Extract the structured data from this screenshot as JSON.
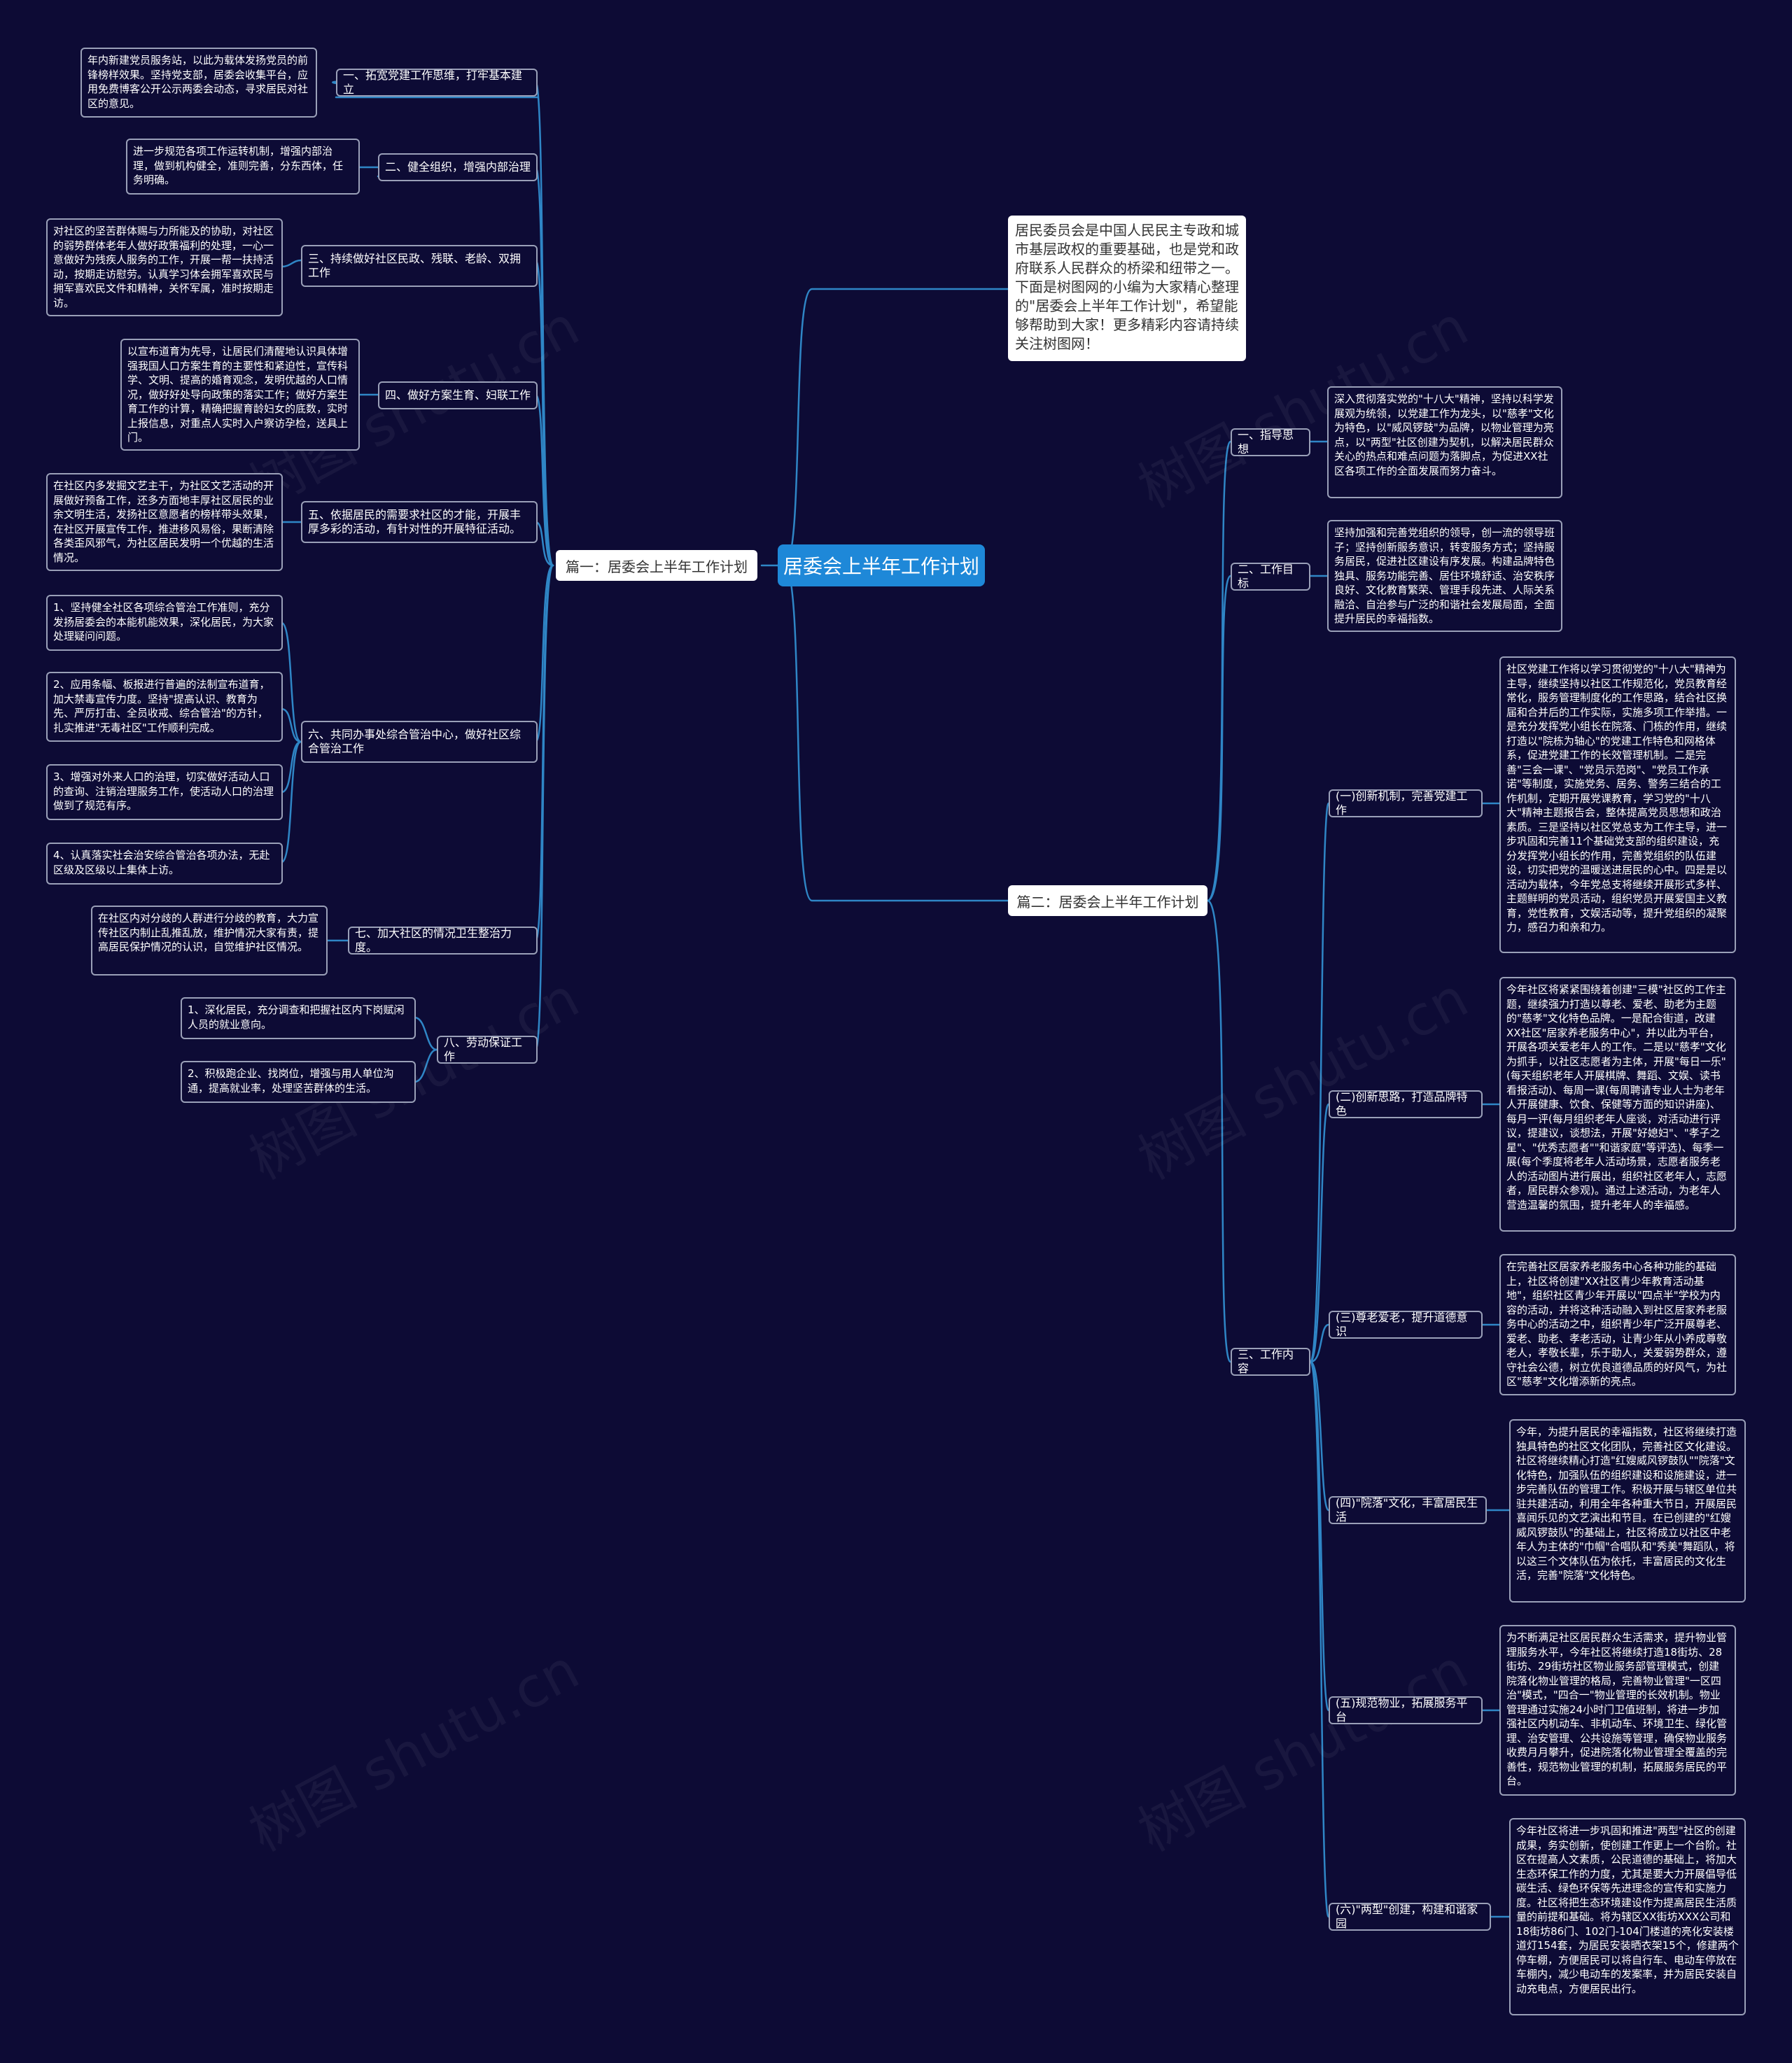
{
  "watermark": "树图 shutu.cn",
  "colors": {
    "background": "#0d0b35",
    "link": "#2f86c6",
    "root_fill": "#1e88d8",
    "node_border": "#9aa0b8"
  },
  "root": "居委会上半年工作计划",
  "intro": "居民委员会是中国人民民主专政和城市基层政权的重要基础，也是党和政府联系人民群众的桥梁和纽带之一。下面是树图网的小编为大家精心整理的\"居委会上半年工作计划\"，希望能够帮助到大家！更多精彩内容请持续关注树图网！",
  "part1": {
    "title": "篇一：居委会上半年工作计划",
    "topics": [
      {
        "label": "一、拓宽党建工作思维，打牢基本建立",
        "details": [
          "年内新建党员服务站，以此为载体发扬党员的前锋榜样效果。坚持党支部，居委会收集平台，应用免费博客公开公示两委会动态，寻求居民对社区的意见。"
        ]
      },
      {
        "label": "二、健全组织，增强内部治理",
        "details": [
          "进一步规范各项工作运转机制，增强内部治理，做到机构健全，准则完善，分东西体，任务明确。"
        ]
      },
      {
        "label": "三、持续做好社区民政、残联、老龄、双拥工作",
        "details": [
          "对社区的坚苦群体赐与力所能及的协助，对社区的弱势群体老年人做好政策福利的处理，一心一意做好为残疾人服务的工作，开展一帮一扶持活动，按期走访慰劳。认真学习体会拥军喜欢民与拥军喜欢民文件和精神，关怀军属，准时按期走访。"
        ]
      },
      {
        "label": "四、做好方案生育、妇联工作",
        "details": [
          "以宣布道育为先导，让居民们清醒地认识具体增强我国人口方案生育的主要性和紧迫性，宣传科学、文明、提高的婚育观念，发明优越的人口情况，做好好处导向政策的落实工作；做好方案生育工作的计算，精确把握育龄妇女的底数，实时上报信息，对重点人实时入户察访孕检，送具上门。"
        ]
      },
      {
        "label": "五、依据居民的需要求社区的才能，开展丰厚多彩的活动，有针对性的开展特征活动。",
        "details": [
          "在社区内多发掘文艺主干，为社区文艺活动的开展做好预备工作，还多方面地丰厚社区居民的业余文明生活，发扬社区意愿者的榜样带头效果，在社区开展宣传工作，推进移风易俗，果断清除各类歪风邪气，为社区居民发明一个优越的生活情况。"
        ]
      },
      {
        "label": "六、共同办事处综合管治中心，做好社区综合管治工作",
        "details": [
          "1、坚持健全社区各项综合管治工作准则，充分发扬居委会的本能机能效果，深化居民，为大家处理疑问问题。",
          "2、应用条幅、板报进行普遍的法制宣布道育，加大禁毒宣传力度。坚持\"提高认识、教育为先、严厉打击、全员收戒、综合管治\"的方针，扎实推进\"无毒社区\"工作顺利完成。",
          "3、增强对外来人口的治理，切实做好活动人口的查询、注销治理服务工作，使活动人口的治理做到了规范有序。",
          "4、认真落实社会治安综合管治各项办法，无赴区级及区级以上集体上访。"
        ]
      },
      {
        "label": "七、加大社区的情况卫生整治力度。",
        "details": [
          "在社区内对分歧的人群进行分歧的教育，大力宣传社区内制止乱推乱放，维护情况大家有责，提高居民保护情况的认识，自觉维护社区情况。"
        ]
      },
      {
        "label": "八、劳动保证工作",
        "details": [
          "1、深化居民，充分调查和把握社区内下岗赋闲人员的就业意向。",
          "2、积极跑企业、找岗位，增强与用人单位沟通，提高就业率，处理坚苦群体的生活。"
        ]
      }
    ]
  },
  "part2": {
    "title": "篇二：居委会上半年工作计划",
    "sections": [
      {
        "label": "一、指导思想",
        "details": [
          "深入贯彻落实党的\"十八大\"精神，坚持以科学发展观为统领，以党建工作为龙头，以\"慈孝\"文化为特色，以\"威风锣鼓\"为品牌，以物业管理为亮点，以\"两型\"社区创建为契机，以解决居民群众关心的热点和难点问题为落脚点，为促进XX社区各项工作的全面发展而努力奋斗。"
        ]
      },
      {
        "label": "二、工作目标",
        "details": [
          "坚持加强和完善党组织的领导，创一流的领导班子；坚持创新服务意识，转变服务方式；坚持服务居民，促进社区建设有序发展。构建品牌特色独具、服务功能完善、居住环境舒适、治安秩序良好、文化教育繁荣、管理手段先进、人际关系融洽、自治参与广泛的和谐社会发展局面，全面提升居民的幸福指数。"
        ]
      },
      {
        "label": "三、工作内容",
        "items": [
          {
            "label": "(一)创新机制，完善党建工作",
            "details": [
              "社区党建工作将以学习贯彻党的\"十八大\"精神为主导，继续坚持以社区工作规范化，党员教育经常化，服务管理制度化的工作思路，结合社区换届和合并后的工作实际，实施多项工作举措。一是充分发挥党小组长在院落、门栋的作用，继续打造以\"院栋为轴心\"的党建工作特色和网格体系，促进党建工作的长效管理机制。二是完善\"三会一课\"、\"党员示范岗\"、\"党员工作承诺\"等制度，实施党务、居务、警务三结合的工作机制，定期开展党课教育，学习党的\"十八大\"精神主题报告会，整体提高党员思想和政治素质。三是坚持以社区党总支为工作主导，进一步巩固和完善11个基础党支部的组织建设，充分发挥党小组长的作用，完善党组织的队伍建设，切实把党的温暖送进居民的心中。四是是以活动为载体，今年党总支将继续开展形式多样、主题鲜明的党员活动，组织党员开展爱国主义教育，党性教育，文娱活动等，提升党组织的凝聚力，感召力和亲和力。"
            ]
          },
          {
            "label": "(二)创新思路，打造品牌特色",
            "details": [
              "今年社区将紧紧围绕着创建\"三模\"社区的工作主题，继续强力打造以尊老、爱老、助老为主题的\"慈孝\"文化特色品牌。一是配合街道，改建XX社区\"居家养老服务中心\"，并以此为平台，开展各项关爱老年人的工作。二是以\"慈孝\"文化为抓手，以社区志愿者为主体，开展\"每日一乐\"(每天组织老年人开展棋牌、舞蹈、文娱、读书看报活动)、每周一课(每周聘请专业人士为老年人开展健康、饮食、保健等方面的知识讲座)、每月一评(每月组织老年人座谈，对活动进行评议，提建议，谈想法，开展\"好媳妇\"、\"孝子之星\"、\"优秀志愿者\"\"和谐家庭\"等评选)、每季一展(每个季度将老年人活动场景，志愿者服务老人的活动图片进行展出，组织社区老年人，志愿者，居民群众参观)。通过上述活动，为老年人营造温馨的氛围，提升老年人的幸福感。"
            ]
          },
          {
            "label": "(三)尊老爱老，提升道德意识",
            "details": [
              "在完善社区居家养老服务中心各种功能的基础上，社区将创建\"XX社区青少年教育活动基地\"，组织社区青少年开展以\"四点半\"学校为内容的活动，并将这种活动融入到社区居家养老服务中心的活动之中，组织青少年广泛开展尊老、爱老、助老、孝老活动，让青少年从小养成尊敬老人，孝敬长辈，乐于助人，关爱弱势群众，遵守社会公德，树立优良道德品质的好风气，为社区\"慈孝\"文化增添新的亮点。"
            ]
          },
          {
            "label": "(四)\"院落\"文化，丰富居民生活",
            "details": [
              "今年，为提升居民的幸福指数，社区将继续打造独具特色的社区文化团队，完善社区文化建设。社区将继续精心打造\"红嫂威风锣鼓队\"\"院落\"文化特色，加强队伍的组织建设和设施建设，进一步完善队伍的管理工作。积极开展与辖区单位共驻共建活动，利用全年各种重大节日，开展居民喜闻乐见的文艺演出和节目。在已创建的\"红嫂威风锣鼓队\"的基础上，社区将成立以社区中老年人为主体的\"巾帼\"合唱队和\"秀美\"舞蹈队，将以这三个文体队伍为依托，丰富居民的文化生活，完善\"院落\"文化特色。"
            ]
          },
          {
            "label": "(五)规范物业，拓展服务平台",
            "details": [
              "为不断满足社区居民群众生活需求，提升物业管理服务水平，今年社区将继续打造18街坊、28街坊、29街坊社区物业服务部管理模式，创建院落化物业管理的格局，完善物业管理\"一区四治\"模式，\"四合一\"物业管理的长效机制。物业管理通过实施24小时门卫值班制，将进一步加强社区内机动车、非机动车、环境卫生、绿化管理、治安管理、公共设施等管理，确保物业服务收费月月攀升，促进院落化物业管理全覆盖的完善性，规范物业管理的机制，拓展服务居民的平台。"
            ]
          },
          {
            "label": "(六)\"两型\"创建，构建和谐家园",
            "details": [
              "今年社区将进一步巩固和推进\"两型\"社区的创建成果，务实创新，使创建工作更上一个台阶。社区在提高人文素质，公民道德的基础上，将加大生态环保工作的力度，尤其是要大力开展倡导低碳生活、绿色环保等先进理念的宣传和实施力度。社区将把生态环境建设作为提高居民生活质量的前提和基础。将为辖区XX街坊XXX公司和18街坊86门、102门-104门楼道的亮化安装楼道灯154套，为居民安装晒衣架15个，修建两个停车棚，方便居民可以将自行车、电动车停放在车棚内，减少电动车的发案率，并为居民安装自动充电点，方便居民出行。"
            ]
          }
        ]
      }
    ]
  }
}
